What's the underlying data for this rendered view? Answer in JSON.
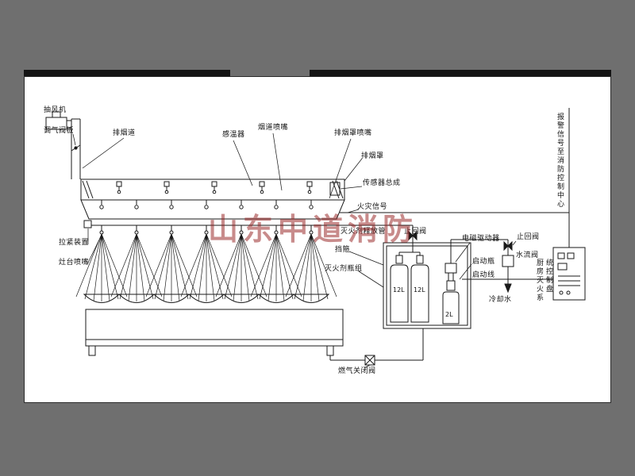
{
  "colors": {
    "page_background": "#6f6f6f",
    "canvas": "#ffffff",
    "line": "#1a1a1a",
    "watermark": "#962020"
  },
  "watermark": {
    "text": "山东中道消防"
  },
  "labels": {
    "fan": "抽风机",
    "damper": "调气阀板",
    "exhaust_duct": "排烟道",
    "temp_sensor": "感温器",
    "duct_nozzle": "烟道喷嘴",
    "hood_nozzle": "排烟罩喷嘴",
    "hood": "排烟罩",
    "sensor_assembly": "传感器总成",
    "fire_signal": "火灾信号",
    "agent_pipe": "灭火剂释放管",
    "check_valve_left": "止回阀",
    "tension_device": "拉紧装置",
    "stove_nozzle": "灶台喷嘴",
    "clamp": "挡箍",
    "agent_bottle_group": "灭火剂瓶组",
    "solenoid_driver": "电磁驱动器",
    "check_valve_right": "止回阀",
    "water_flow_valve": "水流阀",
    "starter_bottle": "启动瓶",
    "starter_line": "启动线",
    "cooling_water": "冷却水",
    "gas_shutoff_valve": "燃气关闭阀",
    "control_panel_col1": "厨房灭火系",
    "control_panel_col2": "统控制盘",
    "alarm_signal": "报警信号至消防控制中心"
  },
  "bottles": {
    "left": "12L",
    "middle": "12L",
    "starter": "2L"
  }
}
